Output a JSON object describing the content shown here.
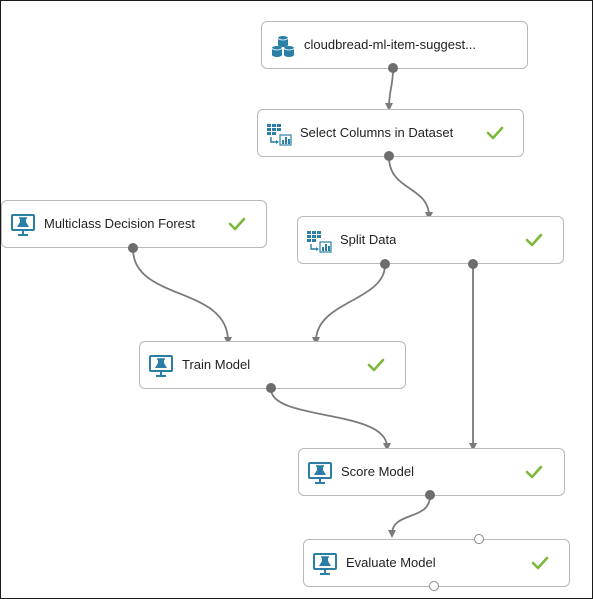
{
  "canvas_title": "",
  "colors": {
    "accent": "#2b7fa6",
    "check": "#7cb83a",
    "edge": "#7a7a7a",
    "border": "#b9b9b9"
  },
  "nodes": {
    "dataset": {
      "label": "cloudbread-ml-item-suggest...",
      "icon": "dataset-icon",
      "status": ""
    },
    "select": {
      "label": "Select Columns in Dataset",
      "icon": "transform-icon",
      "status": "check"
    },
    "forest": {
      "label": "Multiclass Decision Forest",
      "icon": "model-icon",
      "status": "check"
    },
    "split": {
      "label": "Split Data",
      "icon": "transform-icon",
      "status": "check"
    },
    "train": {
      "label": "Train Model",
      "icon": "model-icon",
      "status": "check"
    },
    "score": {
      "label": "Score Model",
      "icon": "model-icon",
      "status": "check"
    },
    "evaluate": {
      "label": "Evaluate Model",
      "icon": "model-icon",
      "status": "check"
    }
  }
}
